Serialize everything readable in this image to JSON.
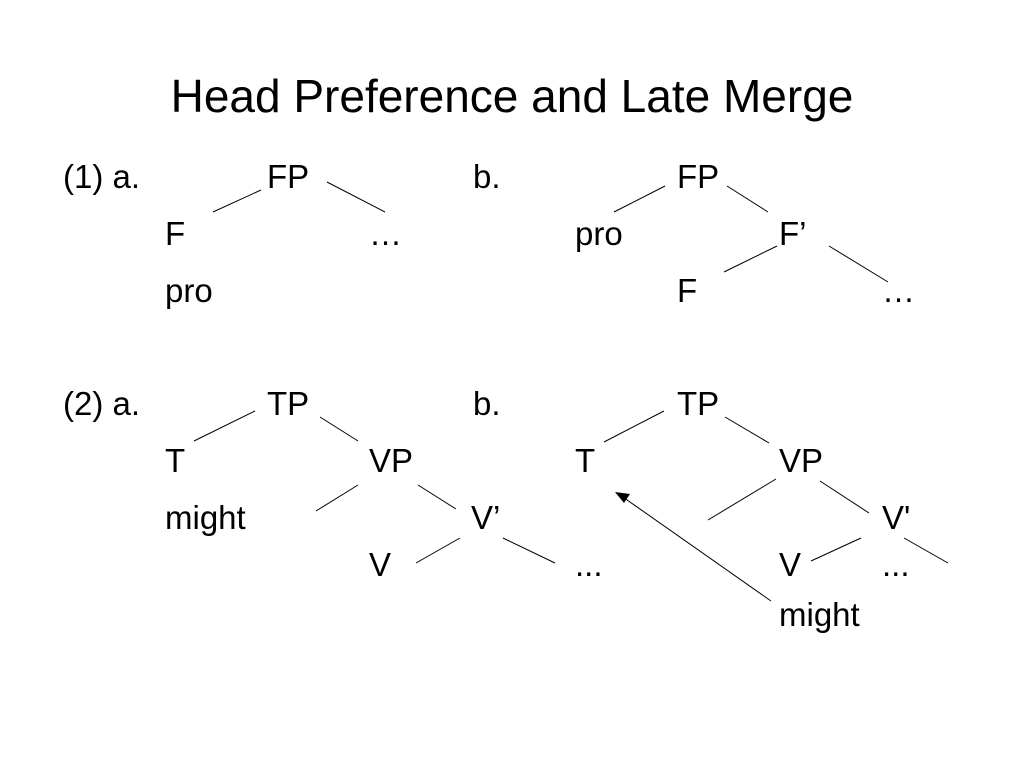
{
  "title": "Head Preference and Late Merge",
  "example1": {
    "label_a": "(1) a.",
    "label_b": "b.",
    "tree_a": {
      "root": "FP",
      "left": "F",
      "right": "…",
      "left_child": "pro"
    },
    "tree_b": {
      "root": "FP",
      "spec": "pro",
      "bar": "F’",
      "head": "F",
      "comp": "…"
    }
  },
  "example2": {
    "label_a": "(2) a.",
    "label_b": "b.",
    "tree_a": {
      "root": "TP",
      "head": "T",
      "head_child": "might",
      "vp": "VP",
      "vbar": "V’",
      "v": "V",
      "comp": "..."
    },
    "tree_b": {
      "root": "TP",
      "head": "T",
      "vp": "VP",
      "vbar": "V'",
      "v": "V",
      "comp": "...",
      "v_child": "might"
    }
  },
  "colors": {
    "text": "#000000",
    "lines": "#000000",
    "background": "#ffffff"
  }
}
